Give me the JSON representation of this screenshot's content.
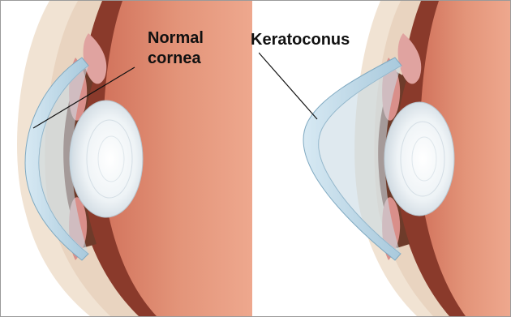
{
  "labels": {
    "normal_line1": "Normal",
    "normal_line2": "cornea",
    "keratoconus": "Keratoconus"
  }
}
